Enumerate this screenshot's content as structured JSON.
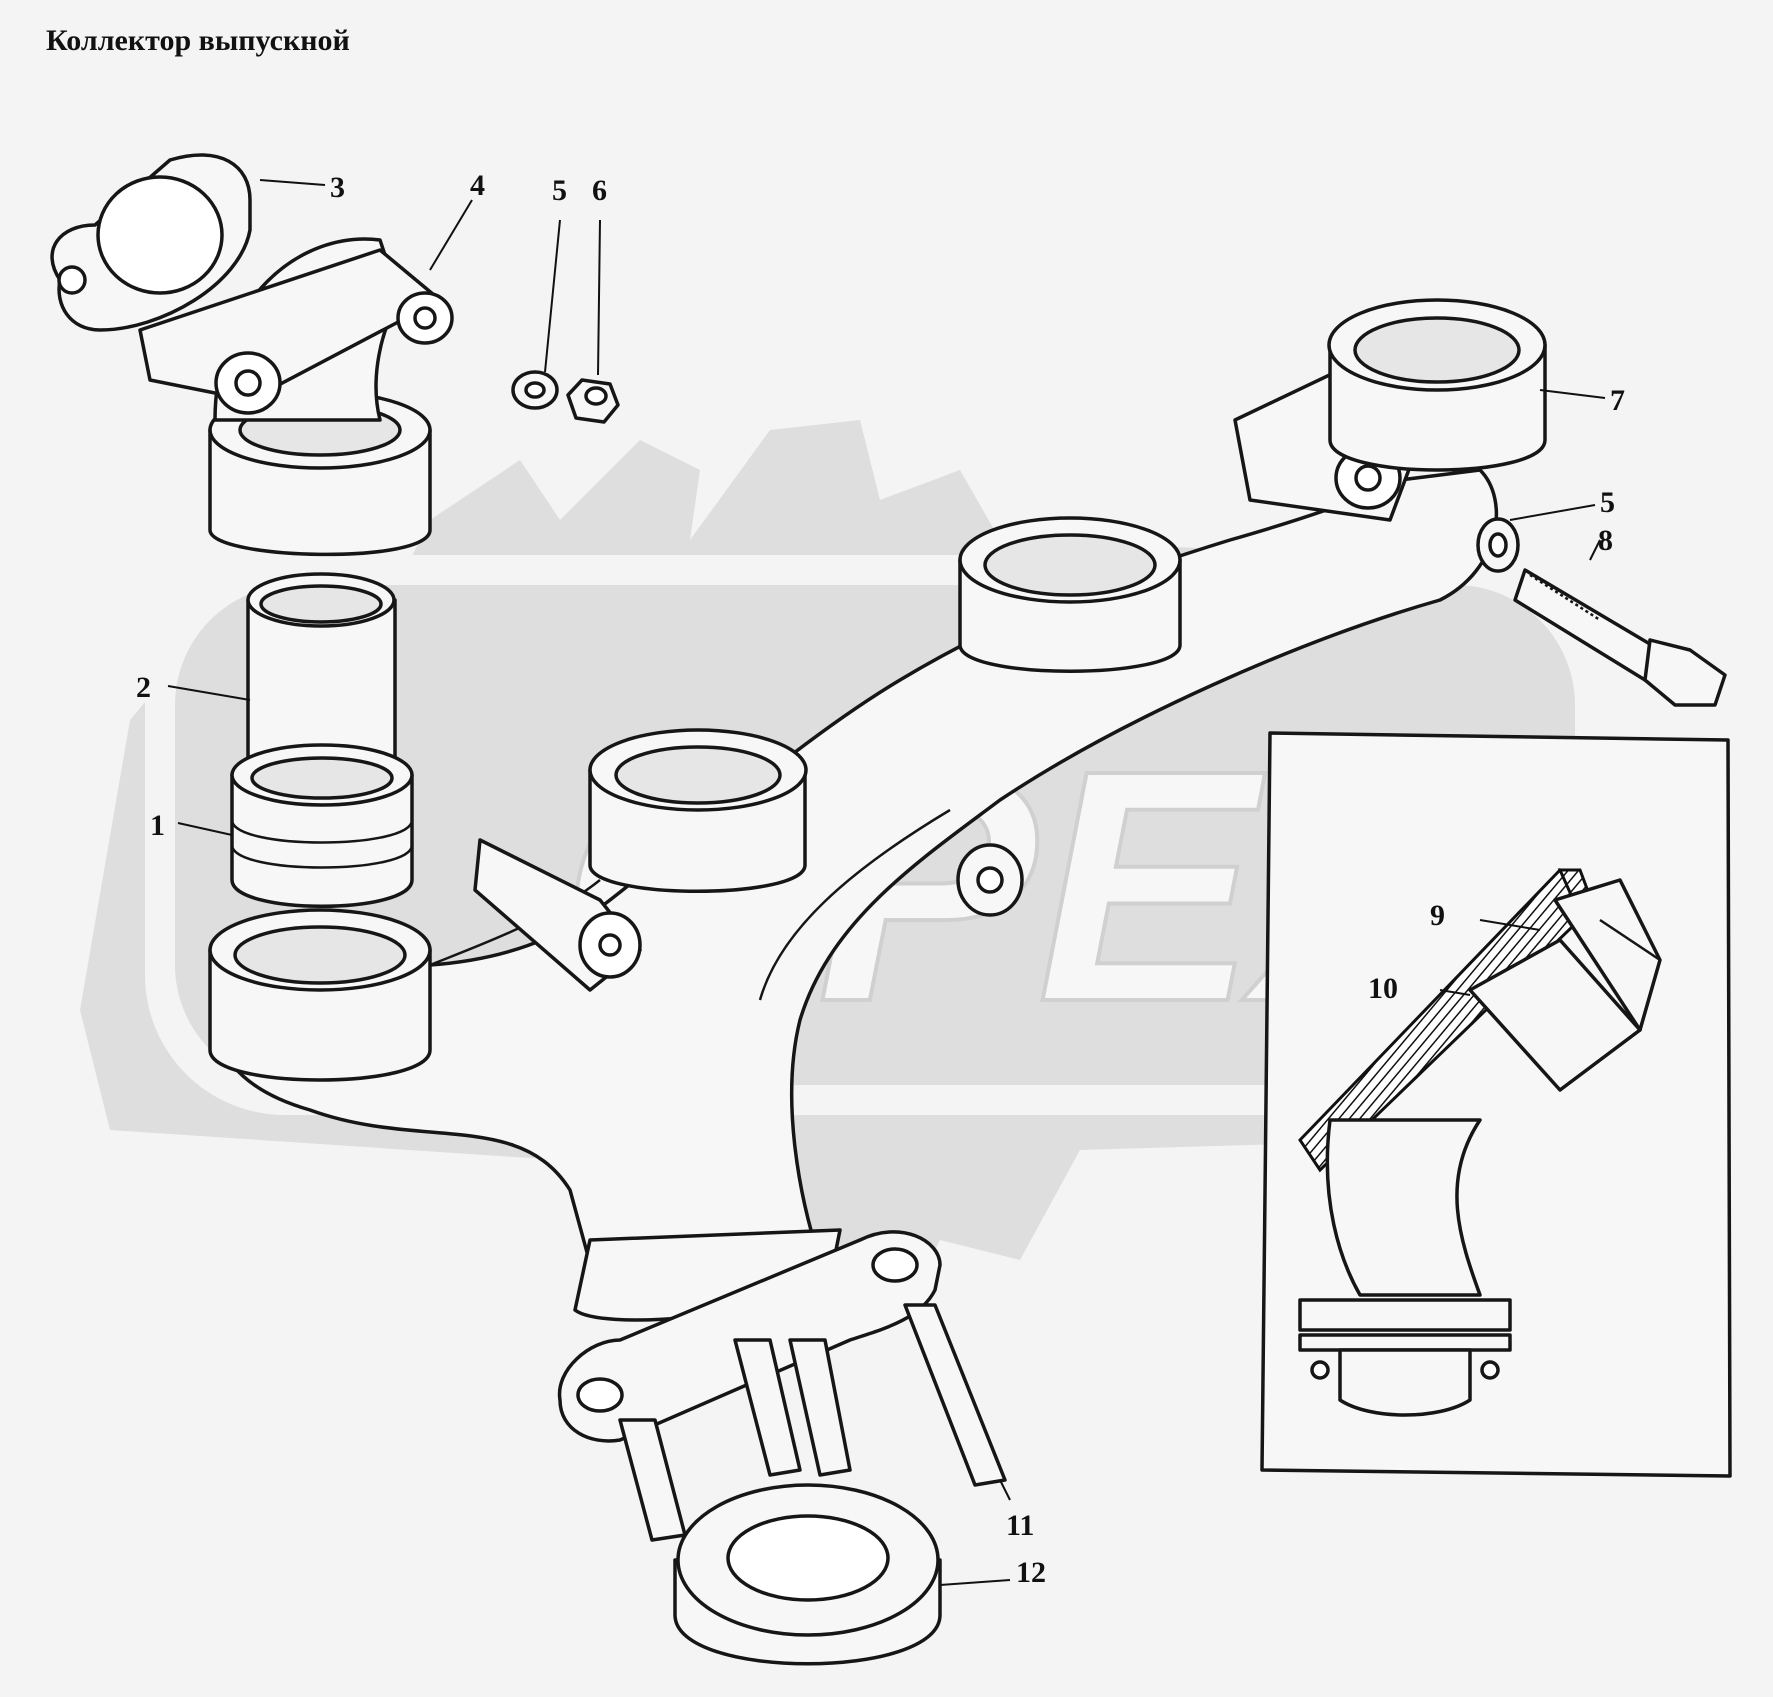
{
  "title": "Коллектор выпускной",
  "watermark": "OPEX",
  "labels": {
    "p1": "1",
    "p2": "2",
    "p3": "3",
    "p4": "4",
    "p5a": "5",
    "p6": "6",
    "p7": "7",
    "p5b": "5",
    "p8": "8",
    "p9": "9",
    "p10": "10",
    "p11": "11",
    "p12": "12"
  },
  "colors": {
    "ink": "#161616",
    "watermark": "#dedede",
    "background": "#f4f4f4"
  }
}
